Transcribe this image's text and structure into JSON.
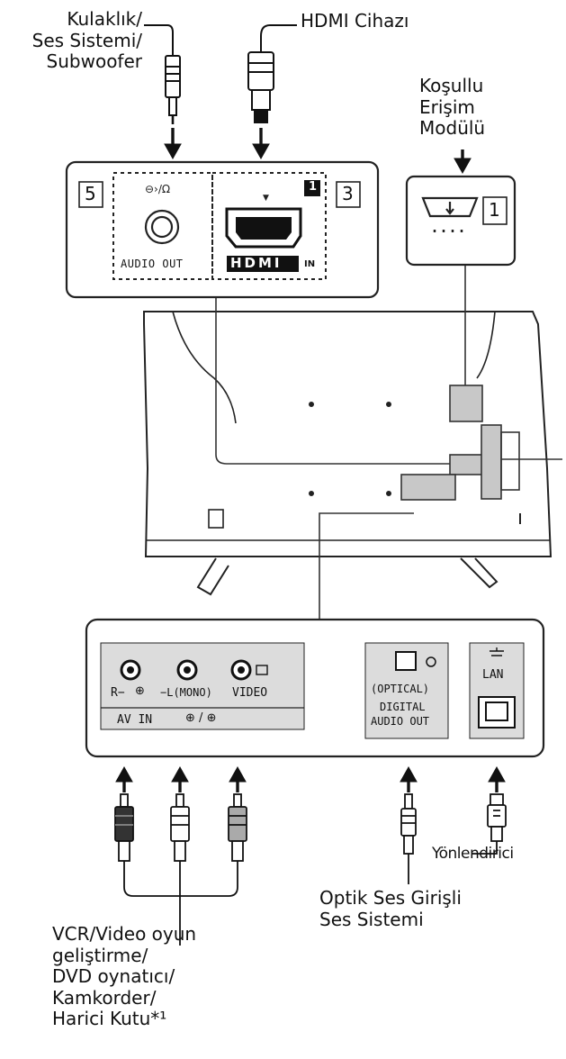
{
  "labels": {
    "headphone": [
      "Kulaklık/",
      "Ses Sistemi/",
      "Subwoofer"
    ],
    "hdmi_device": "HDMI Cihazı",
    "cam": [
      "Koşullu",
      "Erişim",
      "Modülü"
    ],
    "router": "Yönlendirici",
    "optical_system": [
      "Optik Ses Girişli",
      "Ses Sistemi"
    ],
    "av_devices": [
      "VCR/Video oyun",
      "geliştirme/",
      "DVD oynatıcı/",
      "Kamkorder/",
      "Harici Kutu*¹"
    ]
  },
  "panel_top": {
    "badge_5": "5",
    "badge_3": "3",
    "badge_hdmi_port": "1",
    "audio_out": "AUDIO OUT",
    "hdmi_logo": "HDMI",
    "hdmi_in": "IN"
  },
  "cam_slot": {
    "badge_1": "1"
  },
  "panel_bottom": {
    "r_label": "R−",
    "l_label": "−L(MONO)",
    "video_label": "VIDEO",
    "av_in": "AV IN",
    "io_slash": "/",
    "optical": "(OPTICAL)",
    "digital": "DIGITAL",
    "audio_out": "AUDIO OUT",
    "lan": "LAN"
  }
}
